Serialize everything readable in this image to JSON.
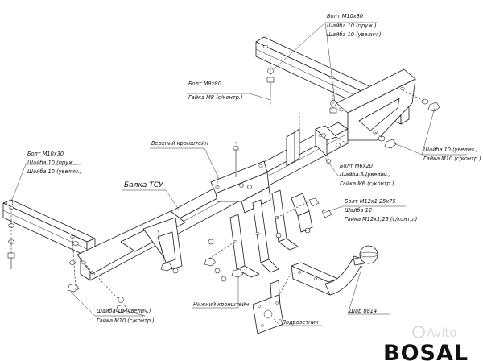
{
  "labels": {
    "bolt_top_right": [
      "Болт М10х30",
      "Шайба 10 (пруж.)",
      "Шайба 10 (увелич.)"
    ],
    "bolt_m8": [
      "Болт М8х80",
      "Гайка М8 (с/контр.)"
    ],
    "washer_right": [
      "Шайба 10 (увелич.)",
      "Гайка М10 (с/контр.)"
    ],
    "upper_bracket": "Верхний кронштейн",
    "bolt_left": [
      "Болт М10х30",
      "Шайба 10 (пруж.)",
      "Шайба 10 (увелич.)"
    ],
    "bolt_m6": [
      "Болт М6х20",
      "Шайба 6 (увелич.)",
      "Гайка М6 (с/контр.)"
    ],
    "beam": "Балка ТСУ",
    "bolt_m12": [
      "Болт М12х1,25х75",
      "Шайба 12",
      "Гайка М12х1,25 (с/контр.)"
    ],
    "washer_bottom_left": [
      "Шайба 10 (увелич.)",
      "Гайка М10 (с/контр.)"
    ],
    "lower_bracket": "Нижний кронштейн",
    "ball": "Шар 8814",
    "socket_holder": "Подрозетник"
  },
  "logo": "BOSAL",
  "watermark": "Avito"
}
